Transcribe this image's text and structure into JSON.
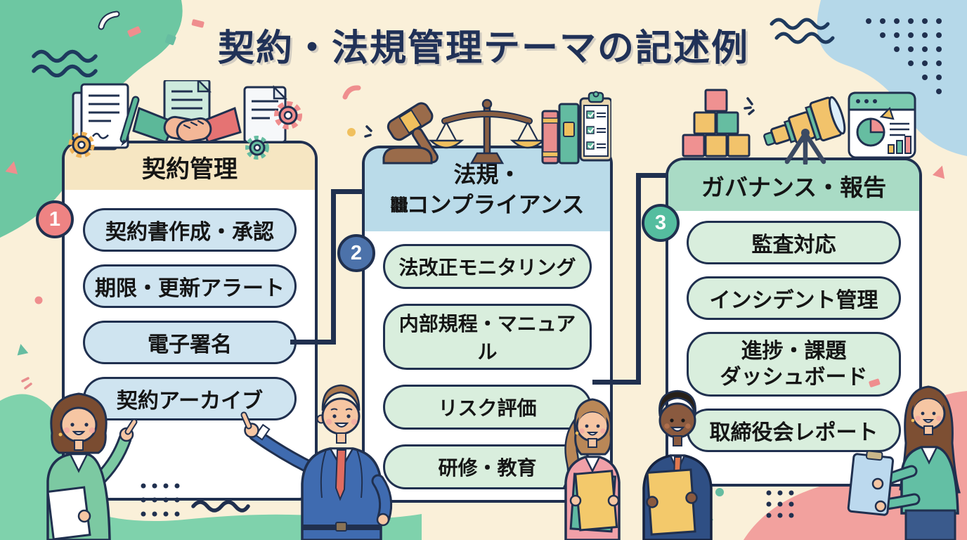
{
  "title": "契約・法規管理テーマの記述例",
  "palette": {
    "background": "#faf0d9",
    "outline_navy": "#20304f",
    "title_navy": "#203157",
    "card1_header_bg": "#f6e6c2",
    "card2_header_bg": "#badbe9",
    "card3_header_bg": "#a9dbc5",
    "pill_blue": "#cfe4f0",
    "pill_green": "#d9eedd",
    "badge1": "#ee8383",
    "badge2": "#4c72aa",
    "badge3": "#55bd9f",
    "blob_green": "#6dc7a2",
    "blob_blue": "#b5d8e9",
    "blob_pink": "#f2a19e",
    "blob_mint": "#7fd2ac"
  },
  "columns": [
    {
      "number": "1",
      "header": "契約管理",
      "items": [
        "契約書作成・承認",
        "期限・更新アラート",
        "電子署名",
        "契約アーカイブ"
      ],
      "icons": [
        "document-pen-icon",
        "orange-gear-icon",
        "handshake-icon",
        "document-icon",
        "red-teal-gears-icon"
      ]
    },
    {
      "number": "2",
      "header_line1": "法規・",
      "header_garble": "𪚥",
      "header_line2": "コンプライアンス",
      "items": [
        "法改正モニタリング",
        "内部規程・マニュアル",
        "リスク評価",
        "研修・教育"
      ],
      "icons": [
        "gavel-icon",
        "scales-icon",
        "books-icon",
        "checklist-clipboard-icon"
      ]
    },
    {
      "number": "3",
      "header": "ガバナンス・報告",
      "items": [
        "監査対応",
        "インシデント管理",
        "進捗・課題\nダッシュボード",
        "取締役会レポート"
      ],
      "icons": [
        "building-blocks-icon",
        "telescope-icon",
        "dashboard-chart-icon"
      ]
    }
  ],
  "illustrations": {
    "people": [
      "woman-green-jacket-pointing-with-paper",
      "man-blue-suit-red-tie-pointing",
      "woman-pink-jacket-holding-books",
      "man-navy-suit-holding-yellow-folder",
      "woman-teal-jacket-holding-clipboard"
    ],
    "decorations": [
      "green-blob-top-left",
      "blue-blob-top-right",
      "pink-blob-bottom-right",
      "mint-blob-bottom-left",
      "navy-waves",
      "navy-dot-grids",
      "confetti-pieces",
      "squiggles",
      "sparkles"
    ]
  }
}
